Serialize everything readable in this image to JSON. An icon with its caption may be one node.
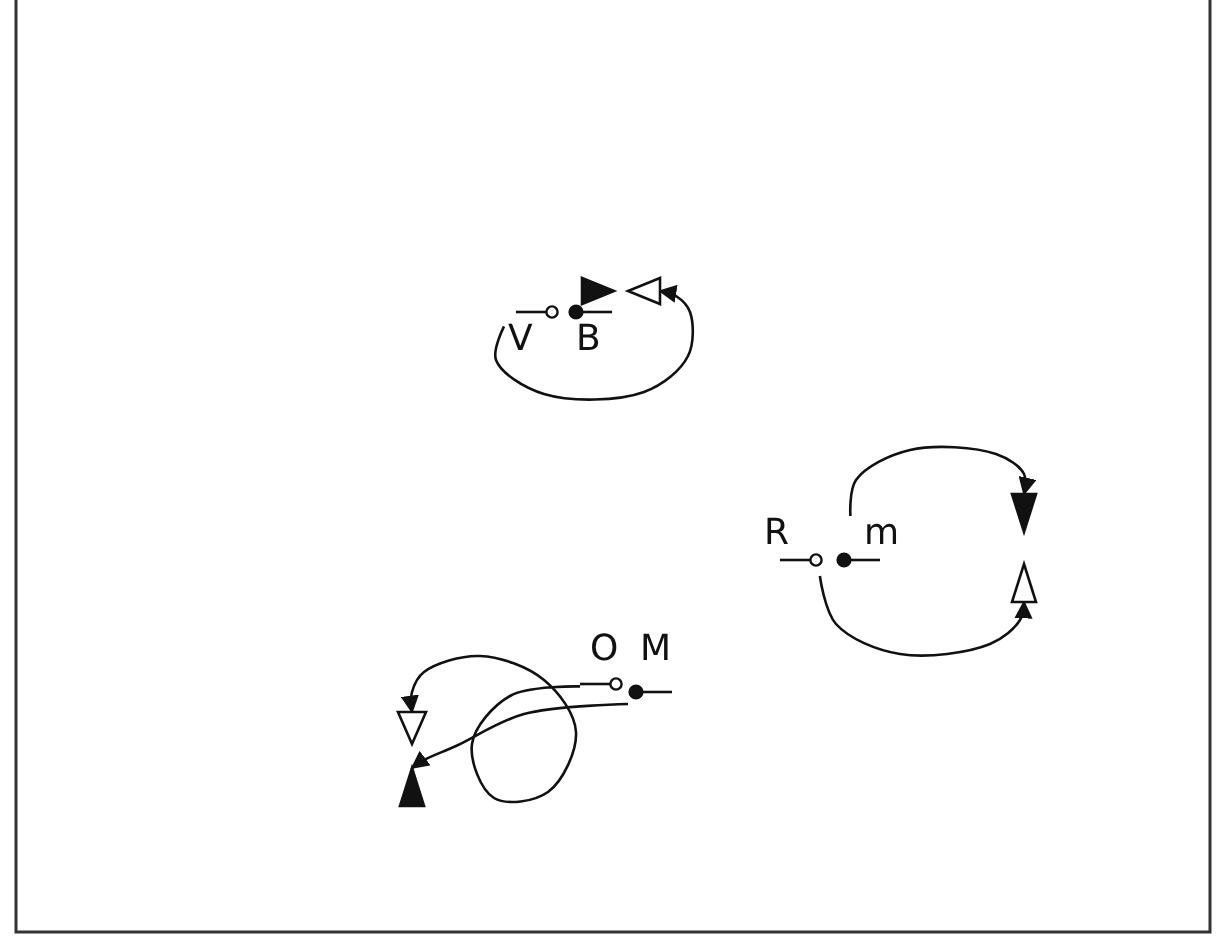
{
  "diagram": {
    "nodes": [
      {
        "text": [],
        "shape": "triangle"
      },
      {
        "text": [],
        "shape": "triangle"
      },
      {
        "text": [
          "V"
        ]
      },
      {
        "text": [
          "B"
        ]
      },
      {
        "text": [
          "R"
        ]
      },
      {
        "text": [
          "m"
        ]
      },
      {
        "text": [],
        "shape": "triangle"
      },
      {
        "text": [],
        "shape": "triangle"
      },
      {
        "text": [
          "O"
        ]
      },
      {
        "text": [
          "M"
        ]
      },
      {
        "text": [],
        "shape": "triangle"
      },
      {
        "text": [],
        "shape": "triangle"
      }
    ],
    "edges": [
      {
        "from": 2,
        "to": 1,
        "arrow": "to"
      },
      {
        "from": 5,
        "to": 6,
        "arrow": "to"
      },
      {
        "from": 4,
        "to": 7,
        "arrow": "to"
      },
      {
        "from": 8,
        "to": 10,
        "arrow": "to"
      },
      {
        "from": 9,
        "to": 11,
        "arrow": "to"
      }
    ]
  }
}
